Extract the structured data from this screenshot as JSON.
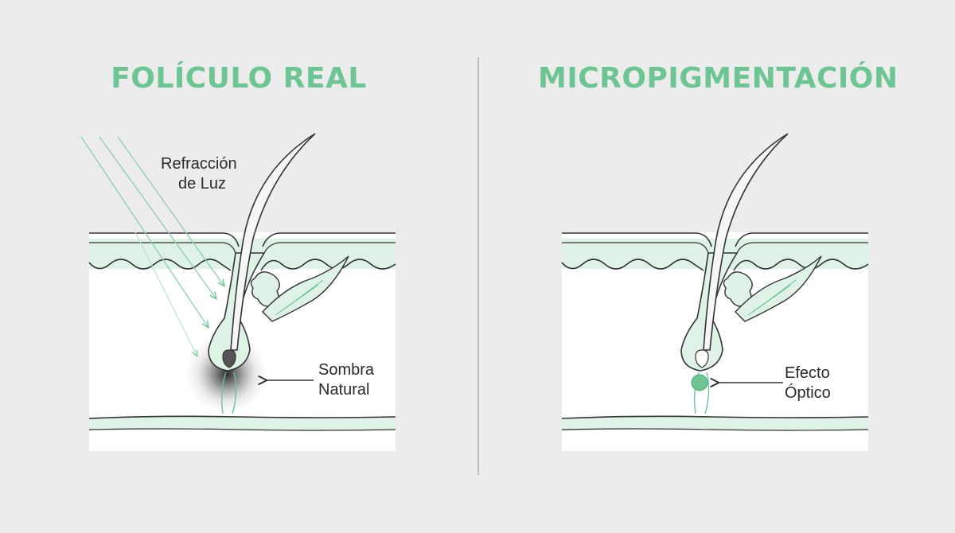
{
  "left_panel": {
    "title": "FOLÍCULO REAL",
    "annotation_refraction": [
      "Refracción",
      "de Luz"
    ],
    "annotation_shadow": [
      "Sombra",
      "Natural"
    ]
  },
  "right_panel": {
    "title": "MICROPIGMENTACIÓN",
    "annotation_effect": [
      "Efecto",
      "Óptico"
    ]
  },
  "colors": {
    "accent_green": "#6cc593",
    "light_green": "#dff2e6",
    "outline": "#333333",
    "background": "#ececec",
    "panel_fill": "#ffffff",
    "divider": "#bcbcbc"
  }
}
